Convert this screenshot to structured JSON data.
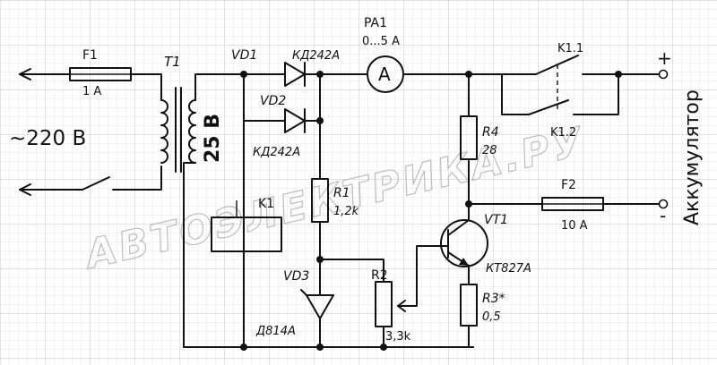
{
  "labels": {
    "f1": "F1",
    "f1_rating": "1 A",
    "t1": "T1",
    "voltage_in": "~220 В",
    "voltage_sec": "25 В",
    "vd1": "VD1",
    "vd1_type": "КД242А",
    "vd2": "VD2",
    "vd2_type": "КД242А",
    "pa1": "PA1",
    "pa1_range": "0...5 A",
    "ammeter_symbol": "A",
    "k1": "K1",
    "r1": "R1",
    "r1_value": "1,2k",
    "vd3": "VD3",
    "vd3_type": "Д814А",
    "r2": "R2",
    "r2_value": "3,3k",
    "r3": "R3*",
    "r3_value": "0,5",
    "r4": "R4",
    "r4_value": "28",
    "vt1": "VT1",
    "vt1_type": "КТ827А",
    "k1_1": "K1.1",
    "k1_2": "K1.2",
    "f2": "F2",
    "f2_rating": "10 A",
    "plus": "+",
    "minus": "-",
    "battery": "Аккумулятор",
    "watermark": "АВТОЭЛЕКТРИКА.РУ"
  }
}
